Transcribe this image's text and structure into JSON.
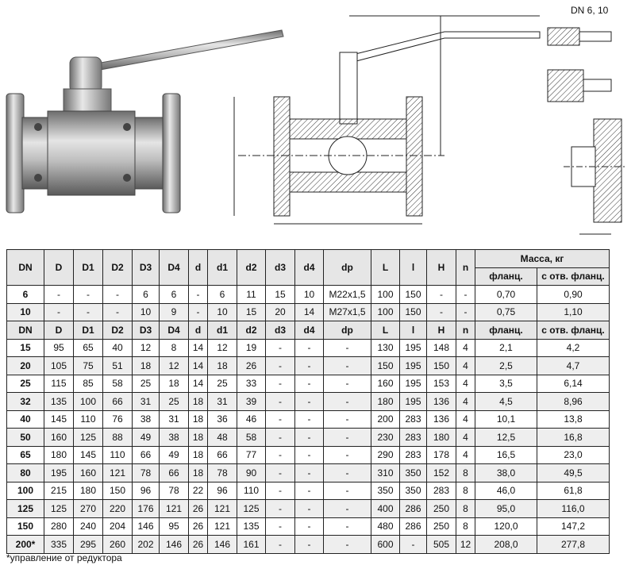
{
  "drawing": {
    "dn_label": "DN 6, 10"
  },
  "table": {
    "mass_header": "Масса, кг",
    "header_small": [
      "DN",
      "D",
      "D1",
      "D2",
      "D3",
      "D4",
      "d",
      "d1",
      "d2",
      "d3",
      "d4",
      "dp",
      "L",
      "l",
      "H",
      "n",
      "фланц.",
      "с отв. фланц."
    ],
    "rows_small": [
      [
        "6",
        "-",
        "-",
        "-",
        "6",
        "6",
        "-",
        "6",
        "11",
        "15",
        "10",
        "M22x1,5",
        "100",
        "150",
        "-",
        "-",
        "0,70",
        "0,90"
      ],
      [
        "10",
        "-",
        "-",
        "-",
        "10",
        "9",
        "-",
        "10",
        "15",
        "20",
        "14",
        "M27x1,5",
        "100",
        "150",
        "-",
        "-",
        "0,75",
        "1,10"
      ]
    ],
    "header_large": [
      "DN",
      "D",
      "D1",
      "D2",
      "D3",
      "D4",
      "d",
      "d1",
      "d2",
      "d3",
      "d4",
      "dp",
      "L",
      "l",
      "H",
      "n",
      "фланц.",
      "с отв. фланц."
    ],
    "rows_large": [
      [
        "15",
        "95",
        "65",
        "40",
        "12",
        "8",
        "14",
        "12",
        "19",
        "-",
        "-",
        "-",
        "130",
        "195",
        "148",
        "4",
        "2,1",
        "4,2"
      ],
      [
        "20",
        "105",
        "75",
        "51",
        "18",
        "12",
        "14",
        "18",
        "26",
        "-",
        "-",
        "-",
        "150",
        "195",
        "150",
        "4",
        "2,5",
        "4,7"
      ],
      [
        "25",
        "115",
        "85",
        "58",
        "25",
        "18",
        "14",
        "25",
        "33",
        "-",
        "-",
        "-",
        "160",
        "195",
        "153",
        "4",
        "3,5",
        "6,14"
      ],
      [
        "32",
        "135",
        "100",
        "66",
        "31",
        "25",
        "18",
        "31",
        "39",
        "-",
        "-",
        "-",
        "180",
        "195",
        "136",
        "4",
        "4,5",
        "8,96"
      ],
      [
        "40",
        "145",
        "110",
        "76",
        "38",
        "31",
        "18",
        "36",
        "46",
        "-",
        "-",
        "-",
        "200",
        "283",
        "136",
        "4",
        "10,1",
        "13,8"
      ],
      [
        "50",
        "160",
        "125",
        "88",
        "49",
        "38",
        "18",
        "48",
        "58",
        "-",
        "-",
        "-",
        "230",
        "283",
        "180",
        "4",
        "12,5",
        "16,8"
      ],
      [
        "65",
        "180",
        "145",
        "110",
        "66",
        "49",
        "18",
        "66",
        "77",
        "-",
        "-",
        "-",
        "290",
        "283",
        "178",
        "4",
        "16,5",
        "23,0"
      ],
      [
        "80",
        "195",
        "160",
        "121",
        "78",
        "66",
        "18",
        "78",
        "90",
        "-",
        "-",
        "-",
        "310",
        "350",
        "152",
        "8",
        "38,0",
        "49,5"
      ],
      [
        "100",
        "215",
        "180",
        "150",
        "96",
        "78",
        "22",
        "96",
        "110",
        "-",
        "-",
        "-",
        "350",
        "350",
        "283",
        "8",
        "46,0",
        "61,8"
      ],
      [
        "125",
        "125",
        "270",
        "220",
        "176",
        "121",
        "26",
        "121",
        "125",
        "-",
        "-",
        "-",
        "400",
        "286",
        "250",
        "8",
        "95,0",
        "116,0"
      ],
      [
        "150",
        "280",
        "240",
        "204",
        "146",
        "95",
        "26",
        "121",
        "135",
        "-",
        "-",
        "-",
        "480",
        "286",
        "250",
        "8",
        "120,0",
        "147,2"
      ],
      [
        "200*",
        "335",
        "295",
        "260",
        "202",
        "146",
        "26",
        "146",
        "161",
        "-",
        "-",
        "-",
        "600",
        "-",
        "505",
        "12",
        "208,0",
        "277,8"
      ]
    ]
  },
  "footnote": "*управление от редуктора"
}
